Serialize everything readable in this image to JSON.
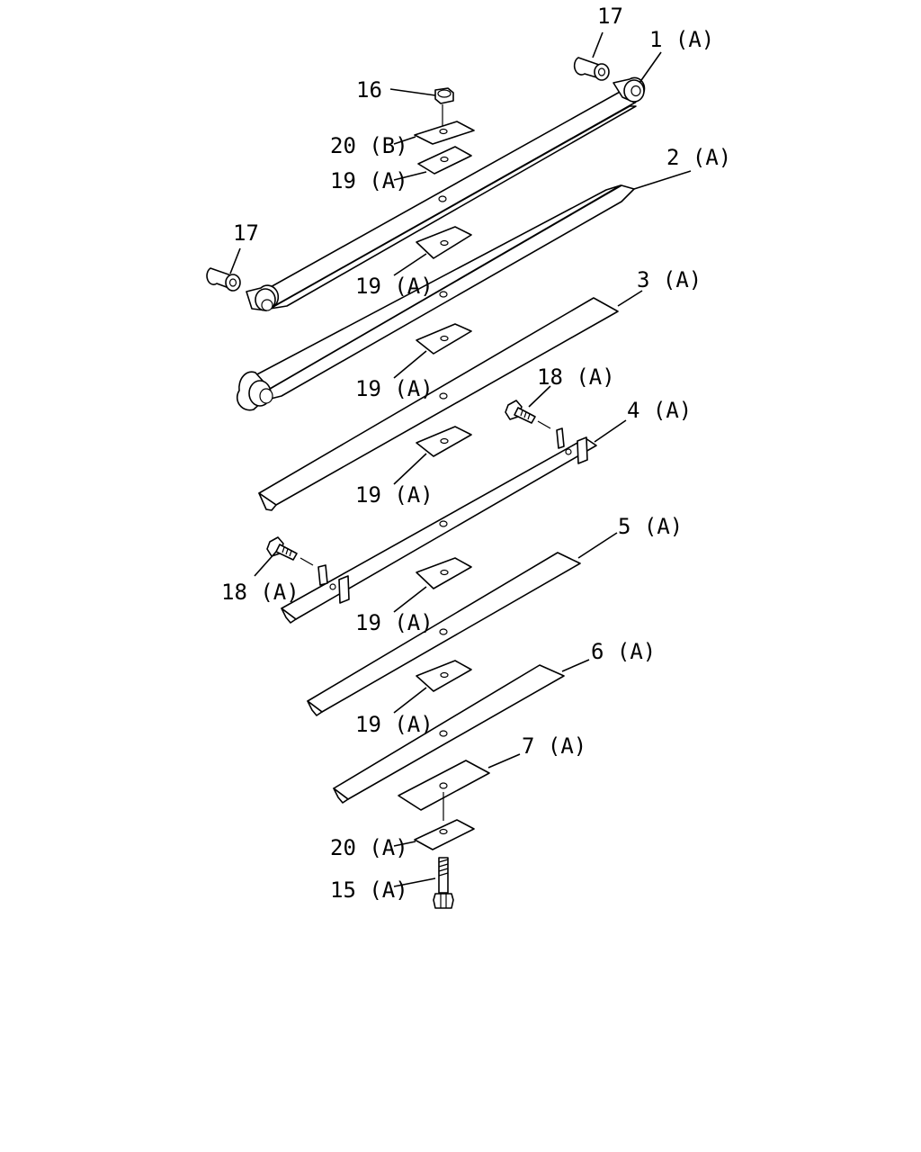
{
  "labels": {
    "p17_top": "17",
    "p1": "1 (A)",
    "p16": "16",
    "p20b": "20 (B)",
    "p19_1": "19 (A)",
    "p2": "2 (A)",
    "p17_left": "17",
    "p19_2": "19 (A)",
    "p3": "3 (A)",
    "p19_3": "19 (A)",
    "p18_right": "18 (A)",
    "p4": "4 (A)",
    "p19_4": "19 (A)",
    "p18_left": "18 (A)",
    "p5": "5 (A)",
    "p19_5": "19 (A)",
    "p6": "6 (A)",
    "p19_6": "19 (A)",
    "p7": "7 (A)",
    "p20a": "20 (A)",
    "p15": "15 (A)"
  }
}
